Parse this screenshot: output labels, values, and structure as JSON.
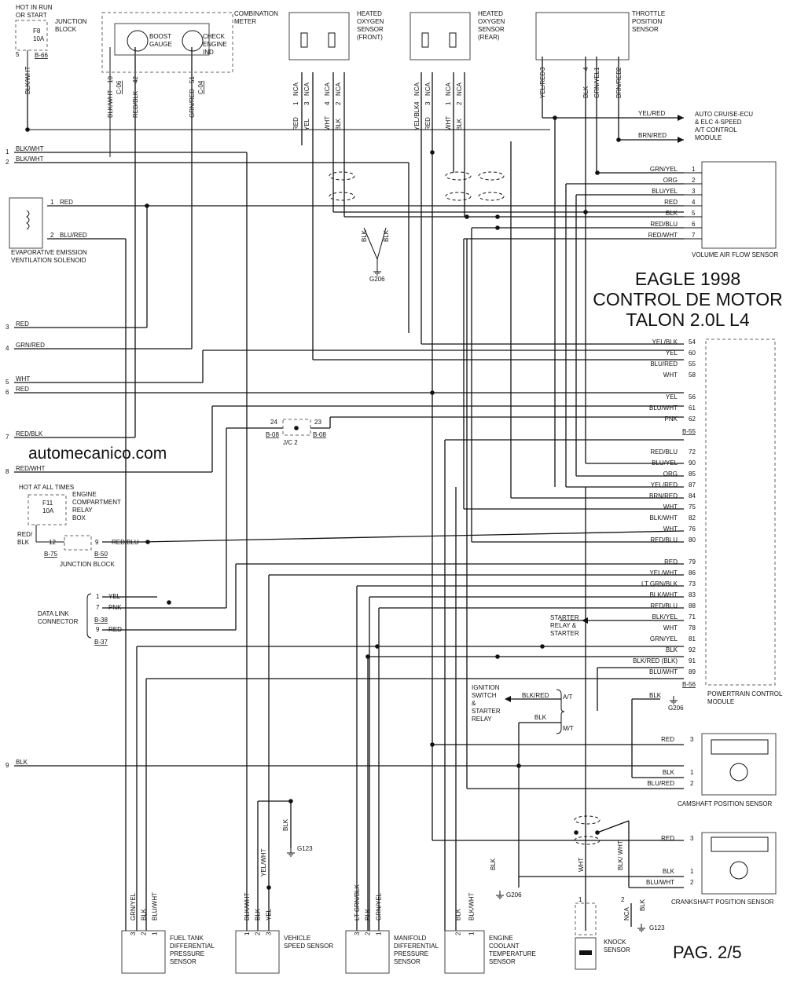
{
  "title": {
    "line1": "EAGLE 1998",
    "line2": "CONTROL DE MOTOR",
    "line3": "TALON 2.0L L4"
  },
  "watermark": "automecanico.com",
  "page": "PAG. 2/5",
  "components": {
    "junction_block_top": {
      "l1": "HOT IN RUN",
      "l2": "OR START",
      "fuse": "F8",
      "amp": "10A",
      "name1": "JUNCTION",
      "name2": "BLOCK",
      "pin": "5",
      "conn": "B-66",
      "wire": "BLK/WHT"
    },
    "combination_meter": {
      "name1": "COMBINATION",
      "name2": "METER",
      "boost1": "BOOST",
      "boost2": "GAUGE",
      "check1": "CHECK",
      "check2": "ENGINE",
      "check3": "IND"
    },
    "o2_front": {
      "n1": "HEATED",
      "n2": "OXYGEN",
      "n3": "SENSOR",
      "n4": "(FRONT)"
    },
    "o2_rear": {
      "n1": "HEATED",
      "n2": "OXYGEN",
      "n3": "SENSOR",
      "n4": "(REAR)"
    },
    "tps": {
      "n1": "THROTTLE",
      "n2": "POSITION",
      "n3": "SENSOR"
    },
    "cruise": {
      "n1": "AUTO CRUISE-ECU",
      "n2": "& ELC 4-SPEED",
      "n3": "A/T CONTROL",
      "n4": "MODULE",
      "w1": "YEL/RED",
      "w2": "BRN/RED"
    },
    "vaf": {
      "name": "VOLUME AIR FLOW SENSOR"
    },
    "evap": {
      "n1": "EVAPORATIVE EMISSION",
      "n2": "VENTILATION SOLENOID"
    },
    "pcm": {
      "n1": "POWERTRAIN CONTROL",
      "n2": "MODULE",
      "c1": "B-55",
      "c2": "B-56"
    },
    "jc2": {
      "name": "J/C 2",
      "p1": "24",
      "p2": "23",
      "c1": "B-08",
      "c2": "B-08"
    },
    "ecrb": {
      "l1": "HOT AT ALL TIMES",
      "fuse": "F11",
      "amp": "10A",
      "n1": "ENGINE",
      "n2": "COMPARTMENT",
      "n3": "RELAY",
      "n4": "BOX",
      "w1": "RED/",
      "w2": "BLK"
    },
    "jb_mid": {
      "name": "JUNCTION BLOCK",
      "p1": "12",
      "p2": "9",
      "c1": "B-75",
      "c2": "B-50",
      "wire": "RED/BLU"
    },
    "dlc": {
      "n1": "DATA LINK",
      "n2": "CONNECTOR",
      "c1": "B-38",
      "c2": "B-37"
    },
    "starter": {
      "n1": "STARTER",
      "n2": "RELAY &",
      "n3": "STARTER"
    },
    "ignition": {
      "n1": "IGNITION",
      "n2": "SWITCH",
      "n3": "&",
      "n4": "STARTER",
      "n5": "RELAY",
      "at": "A/T",
      "mt": "M/T",
      "w1": "BLK/RED",
      "w2": "BLK"
    },
    "camshaft": {
      "name": "CAMSHAFT POSITION SENSOR"
    },
    "crankshaft": {
      "name": "CRANKSHAFT POSITION SENSOR"
    },
    "fuel_tank": {
      "n1": "FUEL TANK",
      "n2": "DIFFERENTIAL",
      "n3": "PRESSURE",
      "n4": "SENSOR"
    },
    "vss": {
      "n1": "VEHICLE",
      "n2": "SPEED SENSOR"
    },
    "manifold": {
      "n1": "MANIFOLD",
      "n2": "DIFFERENTIAL",
      "n3": "PRESSURE",
      "n4": "SENSOR"
    },
    "ect": {
      "n1": "ENGINE",
      "n2": "COOLANT",
      "n3": "TEMPERATURE",
      "n4": "SENSOR"
    },
    "knock": {
      "n1": "KNOCK",
      "n2": "SENSOR"
    }
  },
  "grounds": [
    "G206",
    "G206",
    "G206",
    "G123",
    "G123"
  ],
  "left_wires": [
    {
      "num": "1",
      "label": "BLK/WHT"
    },
    {
      "num": "2",
      "label": "BLK/WHT"
    },
    {
      "num": "1",
      "label": "RED"
    },
    {
      "num": "2",
      "label": "BLU/RED"
    },
    {
      "num": "3",
      "label": "RED"
    },
    {
      "num": "4",
      "label": "GRN/RED"
    },
    {
      "num": "5",
      "label": "WHT"
    },
    {
      "num": "6",
      "label": "RED"
    },
    {
      "num": "7",
      "label": "RED/BLK"
    },
    {
      "num": "8",
      "label": "RED/WHT"
    },
    {
      "num": "9",
      "label": "BLK"
    }
  ],
  "dlc_pins": [
    {
      "num": "1",
      "label": "YEL"
    },
    {
      "num": "7",
      "label": "PNK"
    },
    {
      "num": "9",
      "label": "RED"
    }
  ],
  "vaf_pins": [
    {
      "num": "1",
      "label": "GRN/YEL"
    },
    {
      "num": "2",
      "label": "ORG"
    },
    {
      "num": "3",
      "label": "BLU/YEL"
    },
    {
      "num": "4",
      "label": "RED"
    },
    {
      "num": "5",
      "label": "BLK"
    },
    {
      "num": "6",
      "label": "RED/BLU"
    },
    {
      "num": "7",
      "label": "RED/WHT"
    }
  ],
  "pcm_pins": [
    {
      "num": "54",
      "label": "YEL/BLK"
    },
    {
      "num": "60",
      "label": "YEL"
    },
    {
      "num": "55",
      "label": "BLU/RED"
    },
    {
      "num": "58",
      "label": "WHT"
    },
    {
      "num": "56",
      "label": "YEL"
    },
    {
      "num": "61",
      "label": "BLU/WHT"
    },
    {
      "num": "62",
      "label": "PNK"
    },
    {
      "num": "72",
      "label": "RED/BLU"
    },
    {
      "num": "90",
      "label": "BLU/YEL"
    },
    {
      "num": "85",
      "label": "ORG"
    },
    {
      "num": "87",
      "label": "YEL/RED"
    },
    {
      "num": "84",
      "label": "BRN/RED"
    },
    {
      "num": "75",
      "label": "WHT"
    },
    {
      "num": "82",
      "label": "BLK/WHT"
    },
    {
      "num": "76",
      "label": "WHT"
    },
    {
      "num": "80",
      "label": "RED/BLU"
    },
    {
      "num": "79",
      "label": "RED"
    },
    {
      "num": "86",
      "label": "YEL/WHT"
    },
    {
      "num": "73",
      "label": "LT GRN/BLK"
    },
    {
      "num": "83",
      "label": "BLK/WHT"
    },
    {
      "num": "88",
      "label": "RED/BLU"
    },
    {
      "num": "71",
      "label": "BLK/YEL"
    },
    {
      "num": "78",
      "label": "WHT"
    },
    {
      "num": "81",
      "label": "GRN/YEL"
    },
    {
      "num": "92",
      "label": "BLK"
    },
    {
      "num": "91",
      "label": "BLK/RED (BLK)"
    },
    {
      "num": "89",
      "label": "BLU/WHT"
    }
  ],
  "cam_pins": [
    {
      "num": "3",
      "label": "RED"
    },
    {
      "num": "1",
      "label": "BLK"
    },
    {
      "num": "2",
      "label": "BLU/RED"
    }
  ],
  "crank_pins": [
    {
      "num": "3",
      "label": "RED"
    },
    {
      "num": "1",
      "label": "BLK"
    },
    {
      "num": "2",
      "label": "BLU/WHT"
    }
  ],
  "vertical_labels": {
    "meter": [
      {
        "wire": "BLK/WHT",
        "pin": "10",
        "conn": "C-06"
      },
      {
        "wire": "RED/BLK",
        "pin": "42",
        "conn": ""
      },
      {
        "wire": "GRN/RED",
        "pin": "51",
        "conn": "C-04"
      }
    ],
    "o2_front": [
      {
        "wire": "RED",
        "pin": "1",
        "top": "NCA"
      },
      {
        "wire": "YEL",
        "pin": "3",
        "top": "NCA"
      },
      {
        "wire": "WHT",
        "pin": "4",
        "top": "NCA"
      },
      {
        "wire": "BLK",
        "pin": "2",
        "top": "NCA"
      }
    ],
    "o2_rear": [
      {
        "wire": "YEL/BLK",
        "pin": "4",
        "top": "NCA"
      },
      {
        "wire": "RED",
        "pin": "3",
        "top": "NCA"
      },
      {
        "wire": "WHT",
        "pin": "1",
        "top": "NCA"
      },
      {
        "wire": "BLK",
        "pin": "2",
        "top": "NCA"
      }
    ],
    "tps": [
      {
        "wire": "YEL/RED",
        "pin": "3"
      },
      {
        "wire": "BLK",
        "pin": "4"
      },
      {
        "wire": "GRN/YEL",
        "pin": "1"
      },
      {
        "wire": "BRN/RED",
        "pin": "2"
      }
    ],
    "fuel_tank": [
      {
        "wire": "GRN/YEL",
        "pin": "3"
      },
      {
        "wire": "BLK",
        "pin": "2"
      },
      {
        "wire": "BLU/WHT",
        "pin": "1"
      }
    ],
    "vss": [
      {
        "wire": "BLK/WHT",
        "pin": "1"
      },
      {
        "wire": "BLK",
        "pin": "2"
      },
      {
        "wire": "YEL",
        "pin": "3"
      }
    ],
    "manifold": [
      {
        "wire": "LT GRN/BLK",
        "pin": "3"
      },
      {
        "wire": "BLK",
        "pin": "2"
      },
      {
        "wire": "GRN/YEL",
        "pin": "1"
      }
    ],
    "ect": [
      {
        "wire": "BLK",
        "pin": "2"
      },
      {
        "wire": "BLK/WHT",
        "pin": "1"
      }
    ],
    "shield_blk": "BLK",
    "vss_blk": "BLK",
    "vss_yelwht": "YEL/WHT",
    "ign_blk": "BLK",
    "knock_wht": "WHT",
    "knock_blkwht": "BLK/ WHT",
    "knock_nca": "NCA",
    "knock_blk": "BLK",
    "knock_p1": "1",
    "knock_p2": "2"
  }
}
